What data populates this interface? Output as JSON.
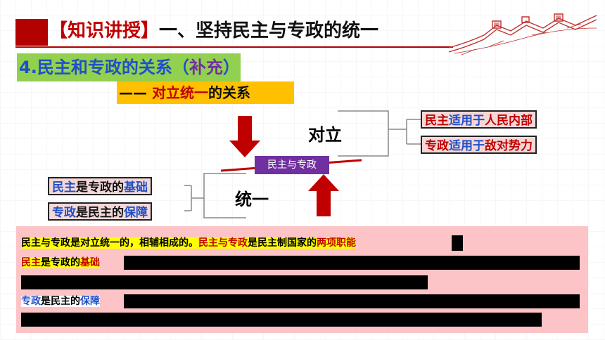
{
  "header": {
    "bracket_text": "【知识讲授】",
    "title_text": "一、坚持民主与专政的统一"
  },
  "section": {
    "title_prefix": "4.民主和专政的关系（",
    "title_highlight": "补充",
    "title_suffix": "）",
    "subtitle_dash": "—— ",
    "subtitle_highlight": "对立统一",
    "subtitle_suffix": "的关系"
  },
  "diagram": {
    "center_label": "民主与专政",
    "opposition_label": "对立",
    "unity_label": "统一",
    "opposition_items": [
      {
        "part1": "民主",
        "part2": "适用于",
        "part3": "人民内部"
      },
      {
        "part1": "专政",
        "part2": "适用于",
        "part3": "敌对势力"
      }
    ],
    "unity_items": [
      {
        "part1": "民主",
        "part2": "是专政的",
        "part3": "基础"
      },
      {
        "part1": "专政",
        "part2": "是民主的",
        "part3": "保障"
      }
    ]
  },
  "text_box": {
    "line1_a": "民主与专政是对立统一的，相辅相成的。",
    "line1_b": "民主与专政",
    "line1_c": "是民主制国家的",
    "line1_d": "两项职能",
    "line2_a": "民主",
    "line2_b": "是专政的",
    "line2_c": "基础",
    "line3_a": "专政",
    "line3_b": "是民主的",
    "line3_c": "保障"
  },
  "colors": {
    "accent_red": "#c00000",
    "title_green": "#92d050",
    "subtitle_orange": "#ffc000",
    "center_purple": "#7030a0",
    "text_blue": "#1f4fc8",
    "box_pink": "#fcc4c6"
  }
}
